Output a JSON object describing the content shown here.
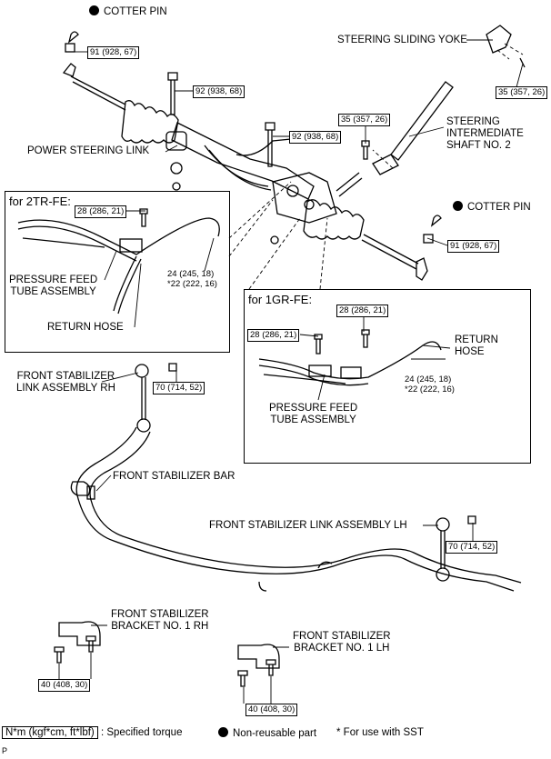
{
  "labels": {
    "cotter_pin_top": "COTTER PIN",
    "cotter_pin_right": "COTTER PIN",
    "steering_sliding_yoke": "STEERING SLIDING YOKE",
    "steering_intermediate_shaft": "STEERING\nINTERMEDIATE\nSHAFT NO. 2",
    "power_steering_link": "POWER STEERING LINK",
    "pressure_feed_tube_2tr": "PRESSURE FEED\nTUBE ASSEMBLY",
    "return_hose_2tr": "RETURN HOSE",
    "return_hose_1gr": "RETURN\nHOSE",
    "pressure_feed_tube_1gr": "PRESSURE FEED\nTUBE ASSEMBLY",
    "front_stabilizer_link_rh": "FRONT STABILIZER\nLINK ASSEMBLY RH",
    "front_stabilizer_bar": "FRONT STABILIZER BAR",
    "front_stabilizer_link_lh": "FRONT STABILIZER LINK ASSEMBLY LH",
    "front_stabilizer_bracket_rh": "FRONT STABILIZER\nBRACKET NO. 1 RH",
    "front_stabilizer_bracket_lh": "FRONT STABILIZER\nBRACKET NO. 1 LH"
  },
  "subpanels": {
    "engine_2tr": "for 2TR-FE:",
    "engine_1gr": "for 1GR-FE:"
  },
  "torques": {
    "t91_top": "91 (928, 67)",
    "t92_upper": "92 (938, 68)",
    "t92_lower": "92 (938, 68)",
    "t35_upper": "35 (357, 26)",
    "t35_right": "35 (357, 26)",
    "t91_right": "91 (928, 67)",
    "t28_2tr": "28 (286, 21)",
    "t24_2tr_a": "24 (245, 18)",
    "t24_2tr_b": "*22 (222, 16)",
    "t28_1gr_a": "28 (286, 21)",
    "t28_1gr_b": "28 (286, 21)",
    "t24_1gr_a": "24 (245, 18)",
    "t24_1gr_b": "*22 (222, 16)",
    "t70_rh": "70 (714, 52)",
    "t70_lh": "70 (714, 52)",
    "t40_rh": "40 (408, 30)",
    "t40_lh": "40 (408, 30)"
  },
  "legend": {
    "torque_unit": "N*m (kgf*cm, ft*lbf)",
    "torque_desc": ": Specified torque",
    "nonreusable": "Non-reusable part",
    "sst": "* For use with SST"
  },
  "corner_mark": "P"
}
